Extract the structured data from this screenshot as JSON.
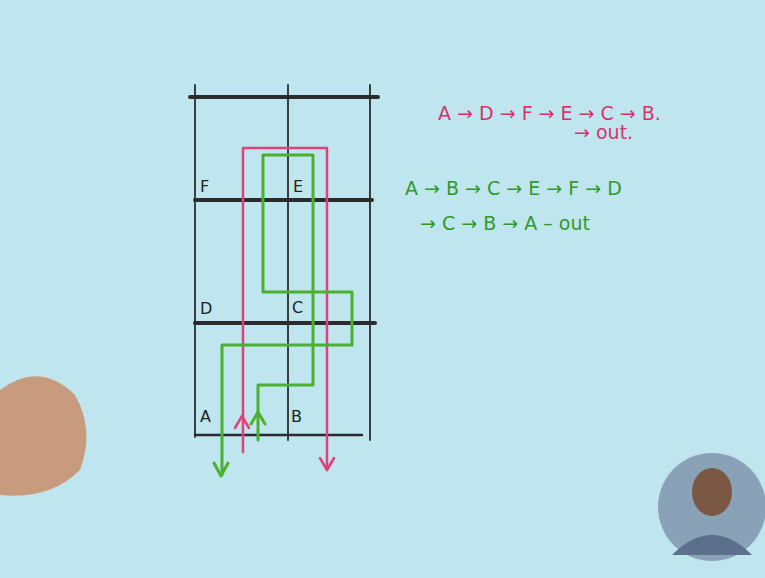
{
  "diagram": {
    "labels": [
      "F",
      "E",
      "D",
      "C",
      "A",
      "B",
      "A → D → F → E → C → B.",
      "→ out.",
      "A → B → C → E → F → D",
      "→ C → B → A – out"
    ]
  }
}
